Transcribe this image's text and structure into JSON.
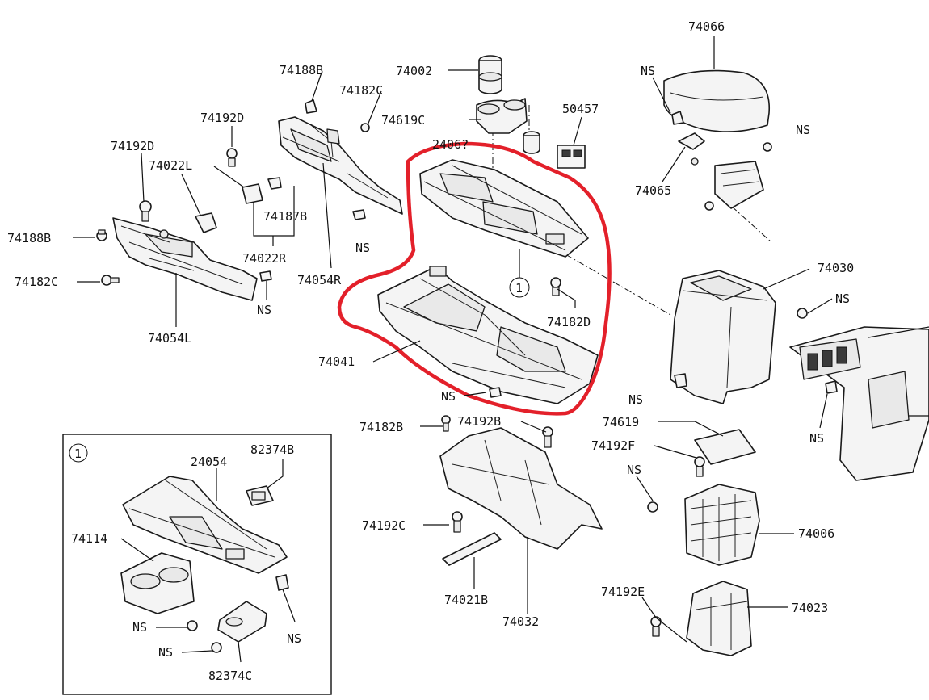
{
  "labels": {
    "p74066": "74066",
    "p74002": "74002",
    "p74188B_top": "74188B",
    "p74182C_top": "74182C",
    "p74619C": "74619C",
    "p50457": "50457",
    "p74192D_a": "74192D",
    "p74192D_b": "74192D",
    "p74022L": "74022L",
    "p74188B_left": "74188B",
    "p74182C_left": "74182C",
    "p74187B": "74187B",
    "p74022R": "74022R",
    "p74054R": "74054R",
    "p74054L": "74054L",
    "p74065": "74065",
    "p74030": "74030",
    "p74182D": "74182D",
    "p74041": "74041",
    "p74182B": "74182B",
    "p74192B": "74192B",
    "p74619": "74619",
    "p74192F": "74192F",
    "p74006": "74006",
    "p74192C": "74192C",
    "p74021B": "74021B",
    "p74032": "74032",
    "p74192E": "74192E",
    "p74023": "74023",
    "p24054": "24054",
    "p82374B": "82374B",
    "p74114": "74114",
    "p82374C": "82374C",
    "ref_main": "1",
    "ref_inset": "1",
    "hidden_part": "2406?",
    "ns": "NS"
  },
  "colors": {
    "highlight": "#e3202a",
    "ink": "#111111",
    "background": "#ffffff"
  }
}
